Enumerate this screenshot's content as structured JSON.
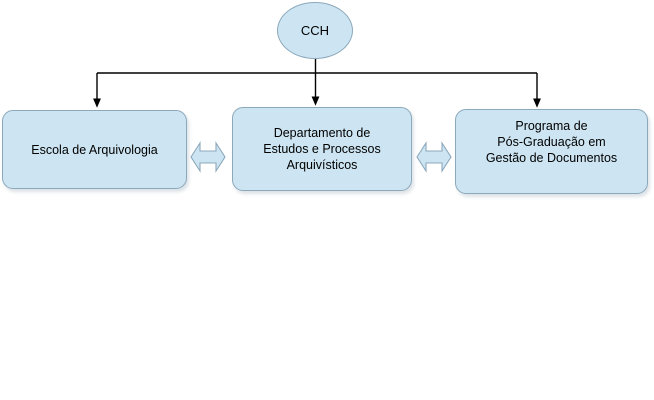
{
  "diagram": {
    "title_node": {
      "id": "cch",
      "label": "CCH",
      "shape": "ellipse"
    },
    "nodes": [
      {
        "id": "escola",
        "label": "Escola de Arquivologia",
        "shape": "rounded-rect"
      },
      {
        "id": "departamento",
        "label": "Departamento de\nEstudos e Processos\nArquivísticos",
        "shape": "rounded-rect"
      },
      {
        "id": "programa",
        "label": "Programa de\nPós-Graduação em\nGestão de Documentos",
        "shape": "rounded-rect"
      }
    ],
    "connectors": [
      {
        "id": "cch-to-escola",
        "type": "elbow-arrow",
        "direction": "down"
      },
      {
        "id": "cch-to-departamento",
        "type": "straight-arrow",
        "direction": "down"
      },
      {
        "id": "cch-to-programa",
        "type": "elbow-arrow",
        "direction": "down"
      },
      {
        "id": "escola-departamento",
        "type": "double-arrow",
        "direction": "horizontal"
      },
      {
        "id": "departamento-programa",
        "type": "double-arrow",
        "direction": "horizontal"
      }
    ],
    "colors": {
      "node_fill": "#cde5f2",
      "node_stroke": "#8ca8bb",
      "connector_stroke": "#000000",
      "arrow_fill": "#cde5f2",
      "arrow_stroke": "#8ca8bb",
      "background": "#ffffff"
    }
  }
}
